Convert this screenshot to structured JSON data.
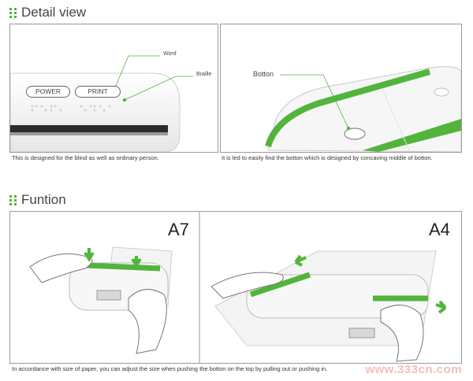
{
  "sections": {
    "detail": {
      "title": "Detail view"
    },
    "function": {
      "title": "Funtion"
    }
  },
  "detail_left": {
    "buttons": {
      "power": "POWER",
      "print": "PRINT"
    },
    "annotations": {
      "word": "Word",
      "braille": "Braille"
    },
    "caption": "This is designed for the blind as well as ordinary person."
  },
  "detail_right": {
    "annotations": {
      "botton": "Botton"
    },
    "caption": "It is led to easily find the botton which is designed by concaving middle of botton."
  },
  "function_panels": {
    "a7_label": "A7",
    "a4_label": "A4",
    "caption": "In accordance with size of paper, you can adjust the size when pushing the botton on the top by pulling out or pushing in."
  },
  "watermark": "www.333cn.com",
  "colors": {
    "accent": "#52b43c",
    "border": "#9a9a9a"
  }
}
